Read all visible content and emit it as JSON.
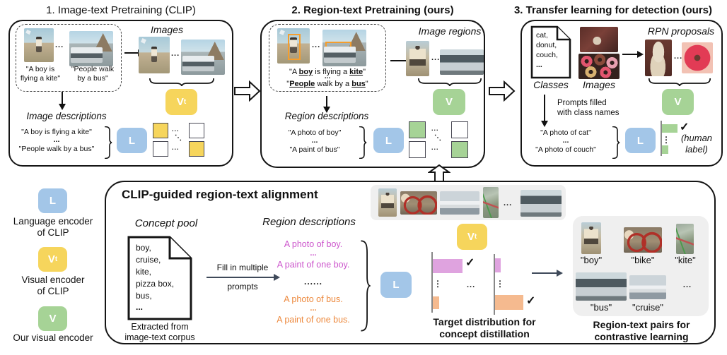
{
  "titles": {
    "p1": "1. Image-text Pretraining (CLIP)",
    "p2": "2. Region-text Pretraining (ours)",
    "p3": "3. Transfer learning for detection (ours)",
    "bottom": "CLIP-guided region-text alignment"
  },
  "encoders": {
    "l": "L",
    "v": "V",
    "vt_main": "V",
    "vt_sub": "t"
  },
  "legend": {
    "l_line1": "Language encoder",
    "l_line2": "of CLIP",
    "vt_line1": "Visual encoder",
    "vt_line2": "of CLIP",
    "v_line1": "Our visual encoder"
  },
  "p1": {
    "images_label": "Images",
    "cap1_line1": "\"A boy is",
    "cap1_line2": "flying a kite\"",
    "cap2_line1": "\"People walk",
    "cap2_line2": "by a bus\"",
    "desc_label": "Image descriptions",
    "desc": [
      "\"A boy is flying a kite\"",
      "...",
      "\"People walk by a bus\""
    ],
    "dots": "..."
  },
  "p2": {
    "regions_label": "Image regions",
    "cap1": {
      "q1": "\"A ",
      "b1": "boy",
      "m": " is flying a ",
      "b2": "kite",
      "q2": "\""
    },
    "cap2": {
      "q1": "\"",
      "b1": "People",
      "m": " walk by a ",
      "b2": "bus",
      "q2": "\""
    },
    "desc_label": "Region descriptions",
    "desc": [
      "\"A photo of boy\"",
      "...",
      "\"A paint of bus\""
    ],
    "dots": "..."
  },
  "p3": {
    "classes_list": [
      "cat,",
      "donut,",
      "couch,",
      "..."
    ],
    "classes_label": "Classes",
    "images_label": "Images",
    "rpn_label": "RPN proposals",
    "prompt_note_line1": "Prompts filled",
    "prompt_note_line2": "with class names",
    "prompts": [
      "\"A photo of cat\"",
      "...",
      "\"A photo of couch\""
    ],
    "human_line1": "(human",
    "human_line2": "label)",
    "check": "✓",
    "vdots": "⋮",
    "dots": "..."
  },
  "bottom": {
    "concept_label": "Concept pool",
    "concepts": [
      "boy,",
      "cruise,",
      "kite,",
      "pizza box,",
      "bus,",
      "..."
    ],
    "extracted_line1": "Extracted from",
    "extracted_line2": "image-text corpus",
    "fill_line1": "Fill in multiple",
    "fill_line2": "prompts",
    "region_desc_label": "Region descriptions",
    "pink_lines": [
      "A photo of boy.",
      "...",
      "A paint of one boy."
    ],
    "mid_dots": "......",
    "orange_lines": [
      "A photo of bus.",
      "...",
      "A paint of one bus."
    ],
    "target_line1": "Target distribution for",
    "target_line2": "concept distillation",
    "pairs_line1": "Region-text pairs for",
    "pairs_line2": "contrastive learning",
    "pair_labels": [
      "\"boy\"",
      "\"bike\"",
      "\"kite\"",
      "\"bus\"",
      "\"cruise\"",
      "..."
    ],
    "check": "✓",
    "vdots": "⋮",
    "dots": "..."
  },
  "matrix_dots": {
    "h": "...",
    "d": "⋱"
  },
  "colors": {
    "language_encoder": "#A3C6E8",
    "clip_visual_encoder": "#F6D55C",
    "our_visual_encoder": "#A6D396",
    "bbox_orange": "#F59E2D",
    "pink_bar": "#DFA3DF",
    "orange_bar": "#F5BA8F",
    "pink_text": "#CC55CC",
    "orange_text": "#ED8A3F"
  }
}
